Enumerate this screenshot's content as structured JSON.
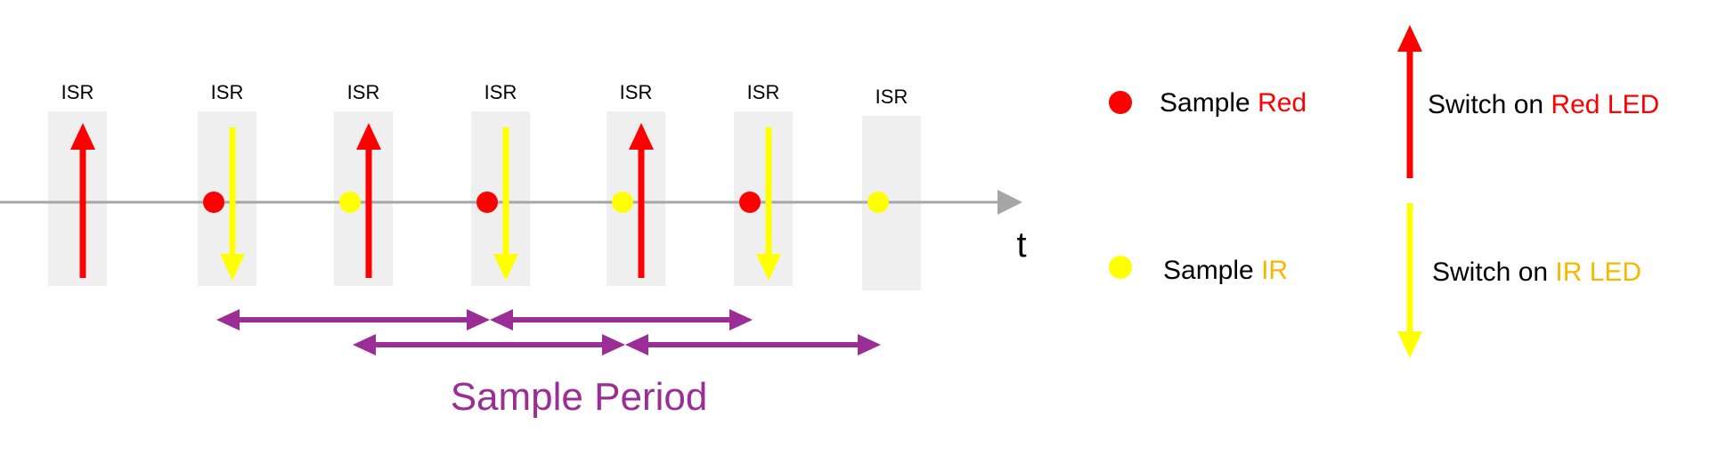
{
  "diagram": {
    "time_axis_label": "t",
    "isr_slots": [
      {
        "label": "ISR",
        "led_switch": "red",
        "sample": ""
      },
      {
        "label": "ISR",
        "led_switch": "ir",
        "sample": "red"
      },
      {
        "label": "ISR",
        "led_switch": "red",
        "sample": "ir"
      },
      {
        "label": "ISR",
        "led_switch": "ir",
        "sample": "red"
      },
      {
        "label": "ISR",
        "led_switch": "red",
        "sample": "ir"
      },
      {
        "label": "ISR",
        "led_switch": "ir",
        "sample": "red"
      },
      {
        "label": "ISR",
        "led_switch": "",
        "sample": "ir"
      }
    ],
    "sample_period_label": "Sample Period",
    "sample_period_spans": [
      {
        "from_slot": 1,
        "to_slot": 3
      },
      {
        "from_slot": 3,
        "to_slot": 5
      },
      {
        "from_slot": 2,
        "to_slot": 4
      },
      {
        "from_slot": 4,
        "to_slot": 6
      }
    ]
  },
  "legend": {
    "sample_red": {
      "prefix": "Sample ",
      "highlight": "Red"
    },
    "sample_ir": {
      "prefix": "Sample ",
      "highlight": "IR"
    },
    "switch_red": {
      "prefix": "Switch on ",
      "highlight": "Red LED"
    },
    "switch_ir": {
      "prefix": "Switch on ",
      "highlight": "IR LED"
    }
  },
  "colors": {
    "red": "#ff0000",
    "yellow": "#ffff00",
    "ir_text": "#f5b800",
    "purple": "#9b2d96",
    "axis": "#a6a6a6",
    "isr_box": "#efefef"
  }
}
